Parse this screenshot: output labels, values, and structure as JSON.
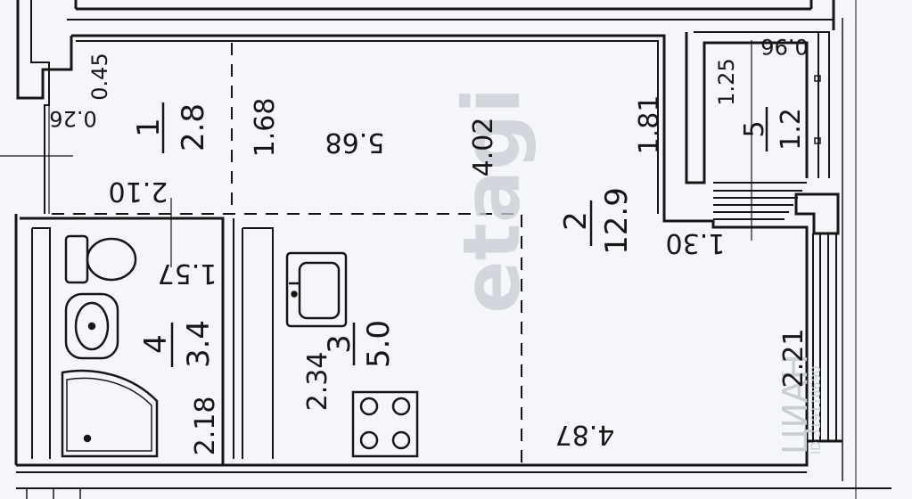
{
  "rooms": [
    {
      "number": "1",
      "area": "2.8"
    },
    {
      "number": "2",
      "area": "12.9"
    },
    {
      "number": "3",
      "area": "5.0"
    },
    {
      "number": "4",
      "area": "3.4"
    },
    {
      "number": "5",
      "area": "1.2"
    }
  ],
  "dimensions": {
    "d_0_45": "0.45",
    "d_0_26": "0.26",
    "d_2_10": "2.10",
    "d_1_68": "1.68",
    "d_5_68": "5.68",
    "d_4_02": "4.02",
    "d_1_81": "1.81",
    "d_1_25": "1.25",
    "d_0_96": "0.96",
    "d_1_30": "1.30",
    "d_1_57": "1.57",
    "d_2_34": "2.34",
    "d_2_18": "2.18",
    "d_2_21": "2.21",
    "d_4_87": "4.87"
  },
  "watermarks": {
    "etagi": "etagi",
    "cian": "ЦИАН",
    "cian_id": "ID 319118690"
  },
  "colors": {
    "line": "#161616",
    "background": "#f4f6fa",
    "watermark": "#c9cdd4"
  }
}
